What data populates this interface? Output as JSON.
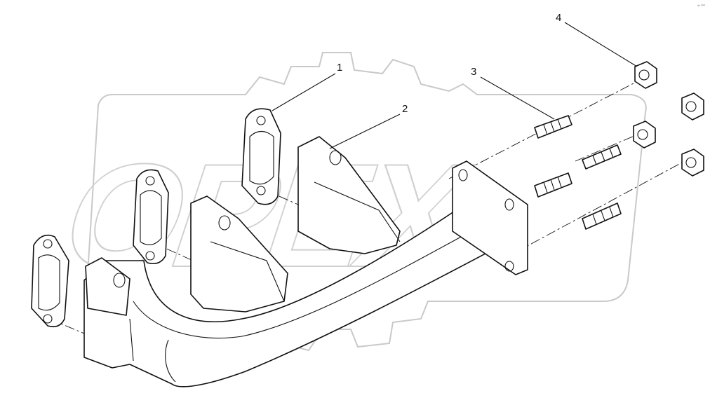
{
  "diagram": {
    "callouts": [
      {
        "label": "1"
      },
      {
        "label": "2"
      },
      {
        "label": "3"
      },
      {
        "label": "4"
      }
    ],
    "watermark_text": "OPEX",
    "corner_mark": "ᵈᵒ ⁰⁰⁰",
    "colors": {
      "line": "#111111",
      "watermark": "#c9c9c9",
      "background": "#ffffff"
    }
  }
}
